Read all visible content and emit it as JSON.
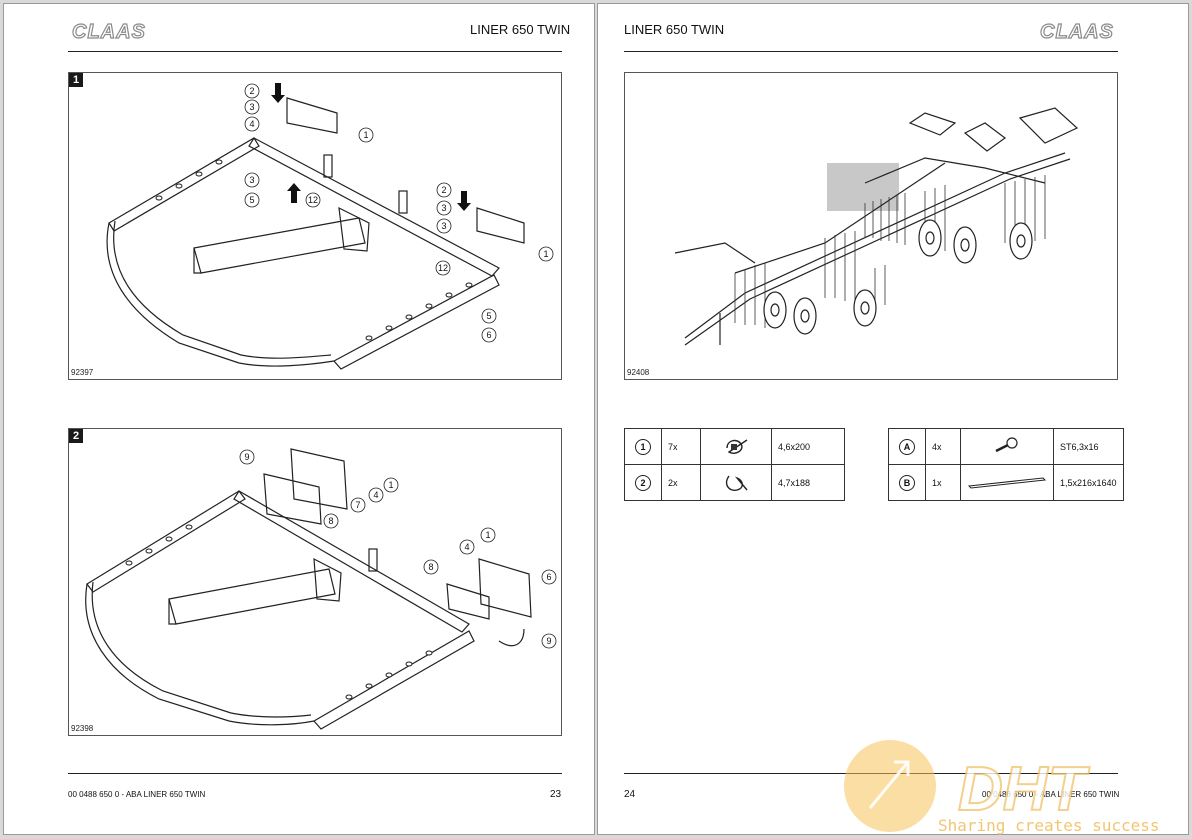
{
  "left_page": {
    "logo": "CLAAS",
    "header_title": "LINER 650 TWIN",
    "figure1": {
      "number": "1",
      "id": "92397",
      "callouts": [
        "2",
        "3",
        "4",
        "1",
        "3",
        "5",
        "12",
        "2",
        "3",
        "3",
        "1",
        "12",
        "5",
        "6"
      ]
    },
    "figure2": {
      "number": "2",
      "id": "92398",
      "callouts": [
        "9",
        "1",
        "4",
        "7",
        "8",
        "1",
        "4",
        "6",
        "8",
        "9"
      ]
    },
    "footer_doc": "00 0488 650 0 - ABA LINER 650 TWIN",
    "page_number": "23"
  },
  "right_page": {
    "logo": "CLAAS",
    "header_title": "LINER 650 TWIN",
    "figure": {
      "id": "92408"
    },
    "parts_table_1": [
      {
        "ref": "1",
        "qty": "7x",
        "icon": "cable-tie-icon",
        "spec": "4,6x200"
      },
      {
        "ref": "2",
        "qty": "2x",
        "icon": "cable-tie-loop-icon",
        "spec": "4,7x188"
      }
    ],
    "parts_table_2": [
      {
        "ref": "A",
        "qty": "4x",
        "icon": "screw-icon",
        "spec": "ST6,3x16"
      },
      {
        "ref": "B",
        "qty": "1x",
        "icon": "strip-icon",
        "spec": "1,5x216x1640"
      }
    ],
    "footer_doc": "00 0488 650 0 - ABA LINER 650 TWIN",
    "page_number": "24"
  },
  "watermark": {
    "logo": "DHT",
    "tagline": "Sharing creates success"
  },
  "colors": {
    "logo_outline": "#8a8a8a",
    "watermark": "#f5b942"
  }
}
